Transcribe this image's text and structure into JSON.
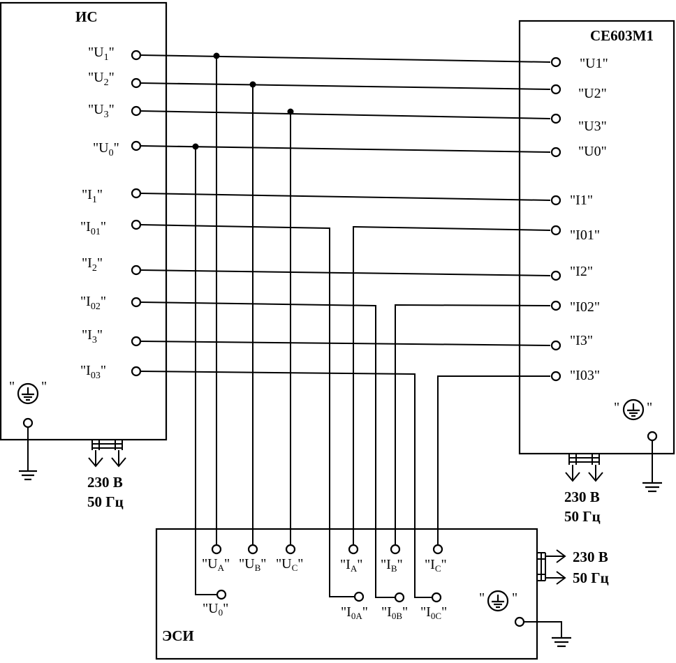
{
  "devices": {
    "is": {
      "title": "ИС",
      "terminals": [
        {
          "id": "U1",
          "text": "\"U",
          "sub": "1",
          "end": "\""
        },
        {
          "id": "U2",
          "text": "\"U",
          "sub": "2",
          "end": "\""
        },
        {
          "id": "U3",
          "text": "\"U",
          "sub": "3",
          "end": "\""
        },
        {
          "id": "U0",
          "text": "\"U",
          "sub": "0",
          "end": "\""
        },
        {
          "id": "I1",
          "text": "\"I",
          "sub": "1",
          "end": "\""
        },
        {
          "id": "I01",
          "text": "\"I",
          "sub": "01",
          "end": "\""
        },
        {
          "id": "I2",
          "text": "\"I",
          "sub": "2",
          "end": "\""
        },
        {
          "id": "I02",
          "text": "\"I",
          "sub": "02",
          "end": "\""
        },
        {
          "id": "I3",
          "text": "\"I",
          "sub": "3",
          "end": "\""
        },
        {
          "id": "I03",
          "text": "\"I",
          "sub": "03",
          "end": "\""
        }
      ],
      "power": [
        "230 В",
        "50 Гц"
      ]
    },
    "meter": {
      "title": "CE603M1",
      "terminals": [
        "\"U1\"",
        "\"U2\"",
        "\"U3\"",
        "\"U0\"",
        "\"I1\"",
        "\"I01\"",
        "\"I2\"",
        "\"I02\"",
        "\"I3\"",
        "\"I03\""
      ],
      "power": [
        "230 В",
        "50 Гц"
      ]
    },
    "esi": {
      "title": "ЭСИ",
      "terminals": [
        {
          "id": "UA",
          "text": "\"U",
          "sub": "A",
          "end": "\""
        },
        {
          "id": "UB",
          "text": "\"U",
          "sub": "B",
          "end": "\""
        },
        {
          "id": "UC",
          "text": "\"U",
          "sub": "C",
          "end": "\""
        },
        {
          "id": "IA",
          "text": "\"I",
          "sub": "A",
          "end": "\""
        },
        {
          "id": "IB",
          "text": "\"I",
          "sub": "B",
          "end": "\""
        },
        {
          "id": "IC",
          "text": "\"I",
          "sub": "C",
          "end": "\""
        },
        {
          "id": "U0",
          "text": "\"U",
          "sub": "0",
          "end": "\""
        },
        {
          "id": "I0A",
          "text": "\"I",
          "sub": "0A",
          "end": "\""
        },
        {
          "id": "I0B",
          "text": "\"I",
          "sub": "0B",
          "end": "\""
        },
        {
          "id": "I0C",
          "text": "\"I",
          "sub": "0C",
          "end": "\""
        }
      ],
      "power": [
        "230 В",
        "50 Гц"
      ]
    }
  },
  "ground_symbol": {
    "quote_open": "\"",
    "quote_close": "\"",
    "icon": "ground-icon"
  }
}
